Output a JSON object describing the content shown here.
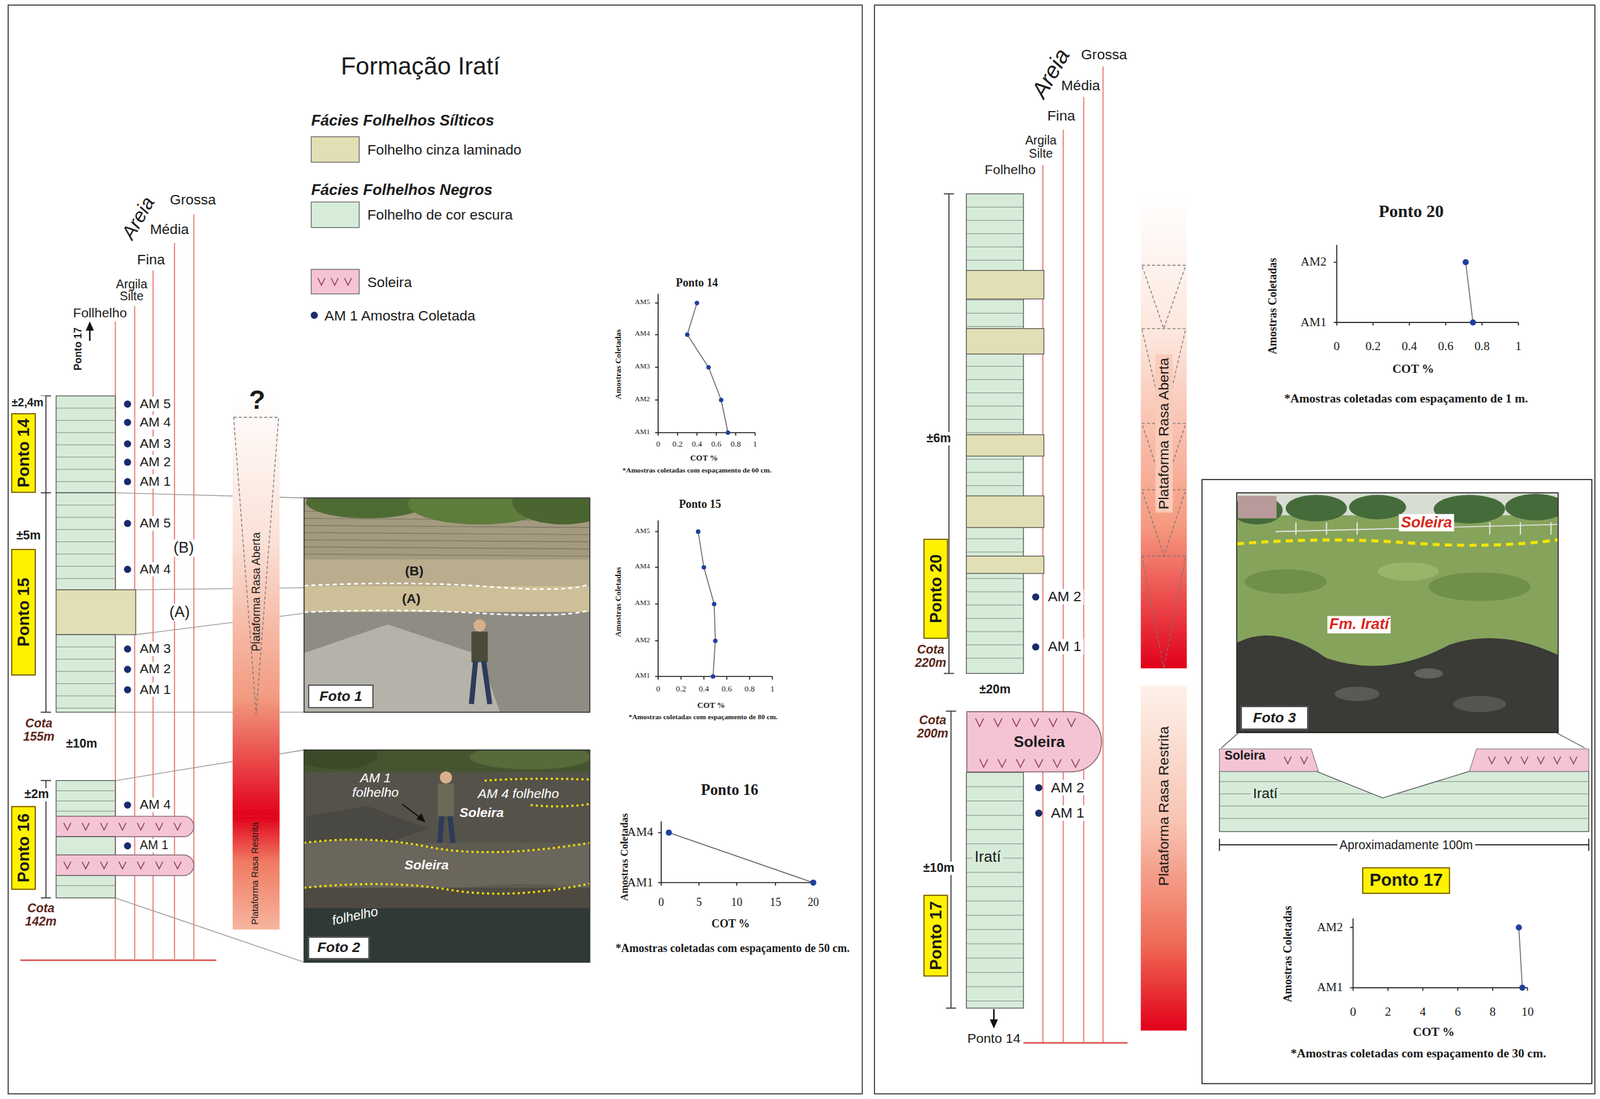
{
  "diagram": {
    "title": "Formação Iratí",
    "nodes": [
      {
        "text": [
          "Ponto 14"
        ]
      },
      {
        "text": [
          "Ponto 15"
        ]
      },
      {
        "text": [
          "Ponto 16"
        ]
      },
      {
        "text": [
          "Plataforma Rasa Aberta"
        ]
      },
      {
        "text": [
          "Plataforma Rasa Restrita"
        ]
      },
      {
        "text": [
          "Foto 1"
        ]
      },
      {
        "text": [
          "Foto 2"
        ]
      },
      {
        "text": [
          "Ponto 20"
        ]
      },
      {
        "text": [
          "Soleira"
        ]
      },
      {
        "text": [
          "Ponto 17"
        ]
      },
      {
        "text": [
          "Plataforma Rasa Aberta"
        ]
      },
      {
        "text": [
          "Plataforma Rasa Restrita"
        ]
      },
      {
        "text": [
          "Foto 3"
        ]
      },
      {
        "text": [
          "Ponto 17"
        ]
      }
    ],
    "labels": [
      "Fácies Folhelhos Sílticos",
      "Fácies Folhelhos Negros",
      "Areia",
      "Grossa",
      "Média",
      "Fina",
      "Argila",
      "Silte",
      "Follhelho",
      "Ponto 17",
      "±2,4m",
      "AM 5",
      "AM 4",
      "AM 3",
      "AM 2",
      "AM 1",
      "±5m",
      "AM 5",
      "AM 4",
      "(B)",
      "(A)",
      "AM 3",
      "AM 2",
      "AM 1",
      "Cota 155m",
      "±10m",
      "±2m",
      "AM 4",
      "AM 1",
      "Cota 142m",
      "?",
      "(B)",
      "(A)",
      "AM 1 folhelho",
      "AM 4 folhelho",
      "Soleira",
      "Soleira",
      "folhelho",
      "Ponto 14",
      "AM5",
      "AM4",
      "AM3",
      "AM2",
      "AM1",
      "0",
      "0.2",
      "0.4",
      "0.6",
      "0.8",
      "1",
      "Amostras Coletadas",
      "COT %",
      "*Amostras coletadas com espaçamento de 60 cm.",
      "Ponto 15",
      "AM5",
      "AM4",
      "AM3",
      "AM2",
      "AM1",
      "0",
      "0.2",
      "0.4",
      "0.6",
      "0.8",
      "1",
      "Amostras Coletadas",
      "COT %",
      "*Amostras coletadas com espaçamento de 80 cm.",
      "Ponto 16",
      "AM4",
      "AM1",
      "0",
      "5",
      "10",
      "15",
      "20",
      "Amostras Coletadas",
      "COT %",
      "*Amostras coletadas com espaçamento de 50 cm.",
      "Areia",
      "Grossa",
      "Média",
      "Fina",
      "Argila",
      "Silte",
      "Folhelho",
      "±6m",
      "AM 2",
      "AM 1",
      "Cota 220m",
      "±20m",
      "Cota 200m",
      "AM 2",
      "AM 1",
      "Iratí",
      "±10m",
      "Ponto 14",
      "Ponto 20",
      "AM2",
      "AM1",
      "0",
      "0.2",
      "0.4",
      "0.6",
      "0.8",
      "1",
      "Amostras Coletadas",
      "COT %",
      "*Amostras coletadas com espaçamento de 1 m.",
      "Soleira",
      "Fm. Iratí",
      "Soleira",
      "Iratí",
      "Aproximadamente 100m",
      "AM2",
      "AM1",
      "0",
      "2",
      "4",
      "6",
      "8",
      "10",
      "Amostras Coletadas",
      "COT %",
      "*Amostras coletadas com espaçamento de 30 cm."
    ],
    "legend": [
      {
        "text": "Folhelho cinza laminado",
        "color": "#e3dfb4"
      },
      {
        "text": "Folhelho de cor escura",
        "color": "#d6ecd9"
      },
      {
        "text": "Soleira",
        "color": "#f4c4d4"
      },
      {
        "text": "AM 1 Amostra Coletada"
      }
    ]
  }
}
